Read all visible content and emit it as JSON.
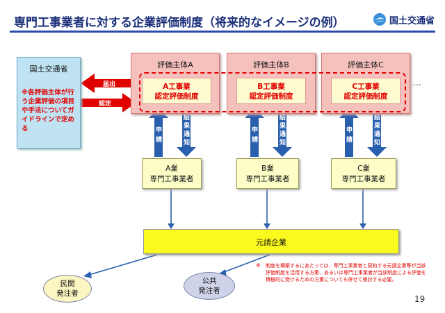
{
  "title": "専門工事業者に対する企業評価制度（将来的なイメージの例）",
  "logo_text": "国土交通省",
  "mlit": {
    "name": "国土交通省",
    "note": "※各評価主体が行う企業評価の項目や手法についてガイドラインで定める"
  },
  "flows": {
    "notify": "届出",
    "approve": "認定"
  },
  "evaluators": [
    {
      "title": "評価主体A",
      "cert_line1": "A工事業",
      "cert_line2": "認定評価制度"
    },
    {
      "title": "評価主体B",
      "cert_line1": "B工事業",
      "cert_line2": "認定評価制度"
    },
    {
      "title": "評価主体C",
      "cert_line1": "C工事業",
      "cert_line2": "認定評価制度"
    }
  ],
  "ellipsis": "…",
  "arrows": {
    "apply": [
      "申",
      "請"
    ],
    "result": [
      "結",
      "果",
      "通",
      "知"
    ]
  },
  "firms": [
    {
      "line1": "A業",
      "line2": "専門工事業者"
    },
    {
      "line1": "B業",
      "line2": "専門工事業者"
    },
    {
      "line1": "C業",
      "line2": "専門工事業者"
    }
  ],
  "prime_contractor": "元請企業",
  "clients": [
    {
      "line1": "民間",
      "line2": "発注者"
    },
    {
      "line1": "公共",
      "line2": "発注者"
    }
  ],
  "footnote_mark": "※",
  "footnote": "制度を構築するにあたっては、専門工事業者と契約する元請企業等が当該評価制度を活用する方策、あるいは専門工事業者が当該制度による評価を積極的に受けるための方策についても併せて検討する必要。",
  "page_number": "19",
  "colors": {
    "title": "#1c2f7a",
    "arrow": "#2a5fae",
    "red": "#e00000",
    "evaluator": "#f5c1bd",
    "prime": "#fafa1e"
  }
}
